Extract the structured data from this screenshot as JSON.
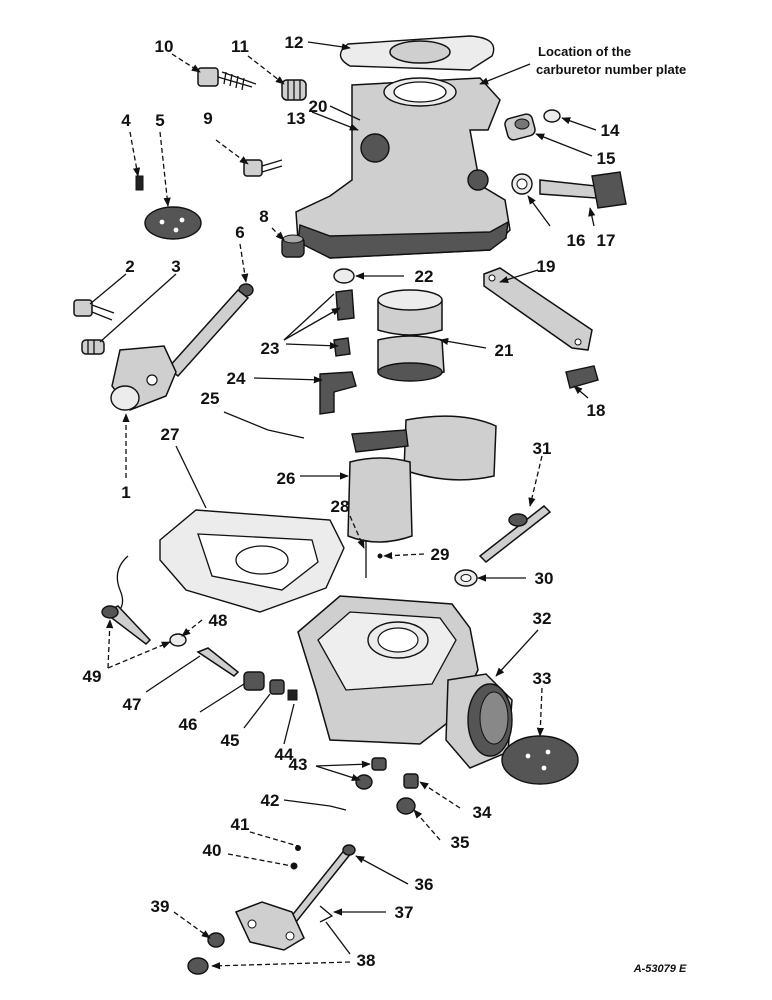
{
  "diagram": {
    "note": [
      "Location of the",
      "carburetor number plate"
    ],
    "reference": "A-53079 E",
    "callouts": [
      "1",
      "2",
      "3",
      "4",
      "5",
      "6",
      "8",
      "9",
      "10",
      "11",
      "12",
      "13",
      "14",
      "15",
      "16",
      "17",
      "18",
      "19",
      "20",
      "21",
      "22",
      "23",
      "24",
      "25",
      "26",
      "27",
      "28",
      "29",
      "30",
      "31",
      "32",
      "33",
      "34",
      "35",
      "36",
      "37",
      "38",
      "39",
      "40",
      "41",
      "42",
      "43",
      "44",
      "45",
      "46",
      "47",
      "48",
      "49"
    ]
  }
}
